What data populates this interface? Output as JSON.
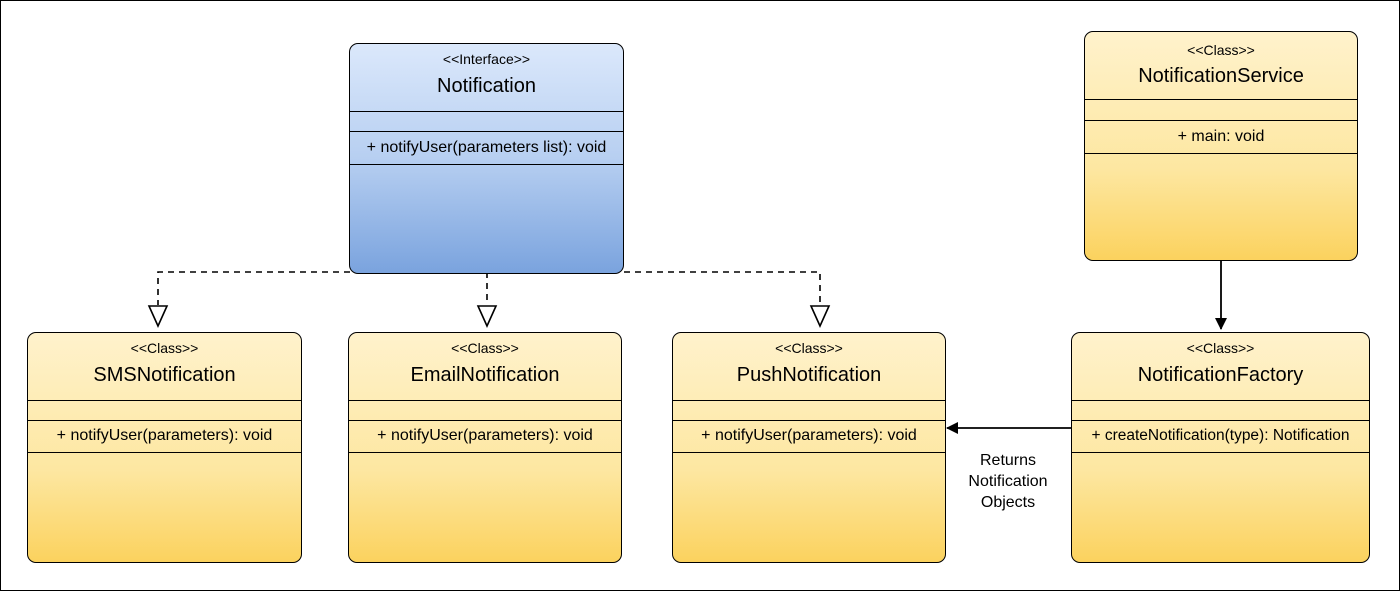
{
  "interface": {
    "stereotype": "<<Interface>>",
    "name": "Notification",
    "method": "+ notifyUser(parameters list): void"
  },
  "sms": {
    "stereotype": "<<Class>>",
    "name": "SMSNotification",
    "method": "+ notifyUser(parameters): void"
  },
  "email": {
    "stereotype": "<<Class>>",
    "name": "EmailNotification",
    "method": "+ notifyUser(parameters): void"
  },
  "push": {
    "stereotype": "<<Class>>",
    "name": "PushNotification",
    "method": "+ notifyUser(parameters): void"
  },
  "service": {
    "stereotype": "<<Class>>",
    "name": "NotificationService",
    "method": "+ main: void"
  },
  "factory": {
    "stereotype": "<<Class>>",
    "name": "NotificationFactory",
    "method": "+ createNotification(type): Notification"
  },
  "edge_label": {
    "line1": "Returns",
    "line2": "Notification",
    "line3": "Objects"
  },
  "colors": {
    "class_fill_top": "#fff2cc",
    "class_fill_bottom": "#fbd25e",
    "interface_fill_top": "#dbe8fb",
    "interface_fill_bottom": "#7aa3de",
    "line": "#000000"
  }
}
